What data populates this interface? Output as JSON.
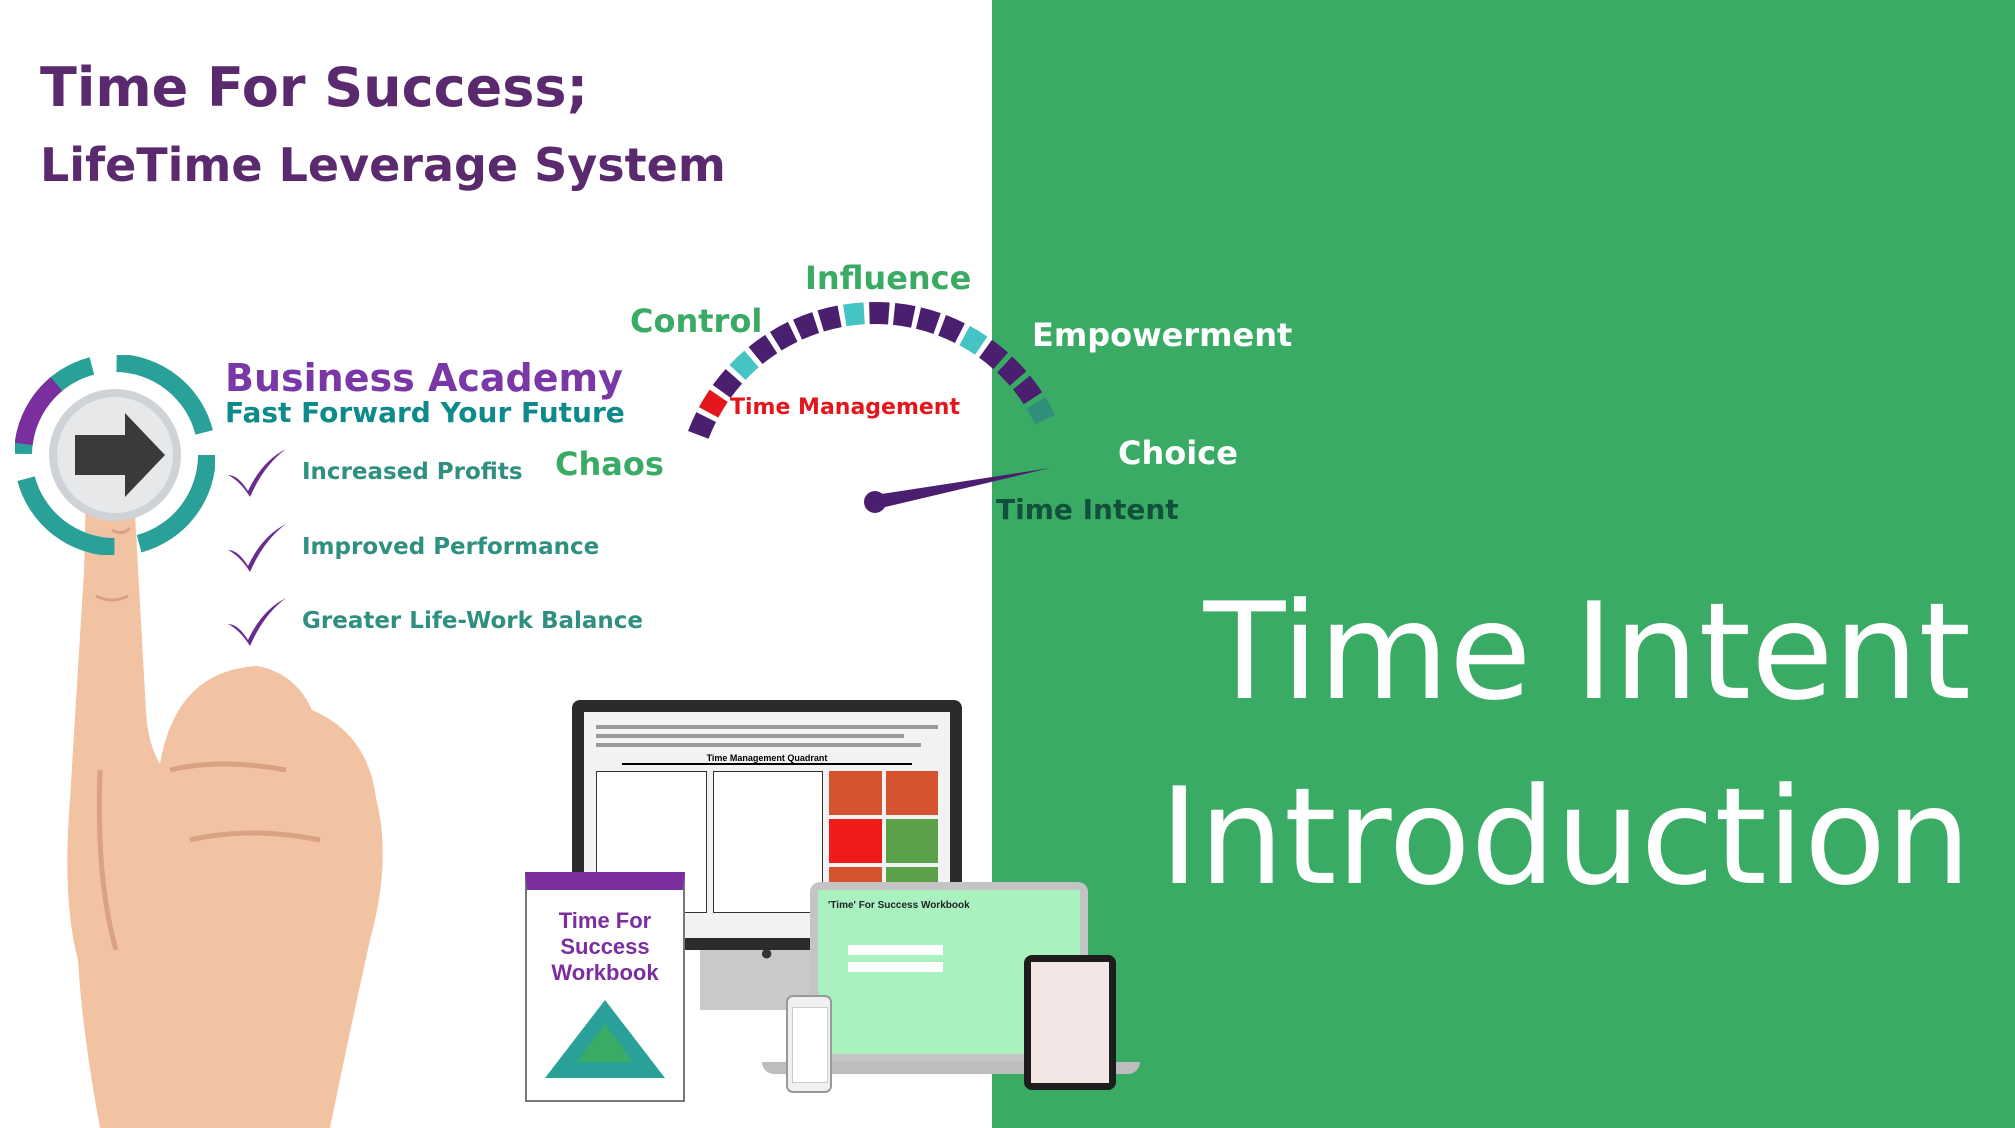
{
  "header": {
    "title": "Time For Success;",
    "subtitle": "LifeTime Leverage System"
  },
  "gauge": {
    "labels": {
      "chaos": "Chaos",
      "control": "Control",
      "influence": "Influence",
      "empowerment": "Empowerment",
      "choice": "Choice",
      "time_management": "Time Management",
      "time_intent": "Time Intent"
    }
  },
  "academy": {
    "title": "Business Academy",
    "subtitle": "Fast Forward Your Future",
    "benefits": [
      "Increased Profits",
      "Improved Performance",
      "Greater Life-Work Balance"
    ]
  },
  "workbook": {
    "cover_title_line1": "Time For",
    "cover_title_line2": "Success",
    "cover_title_line3": "Workbook",
    "monitor_heading": "Time Management Quadrant",
    "laptop_heading": "'Time' For Success Workbook"
  },
  "hero": {
    "line1": "Time Intent",
    "line2": "Introduction"
  },
  "colors": {
    "green": "#3aab64",
    "purple": "#5b2a6e",
    "teal": "#0f8a8a",
    "red_segment": "#e3161c",
    "gauge_purple": "#4b1f6f",
    "gauge_teal": "#45c4c4"
  }
}
